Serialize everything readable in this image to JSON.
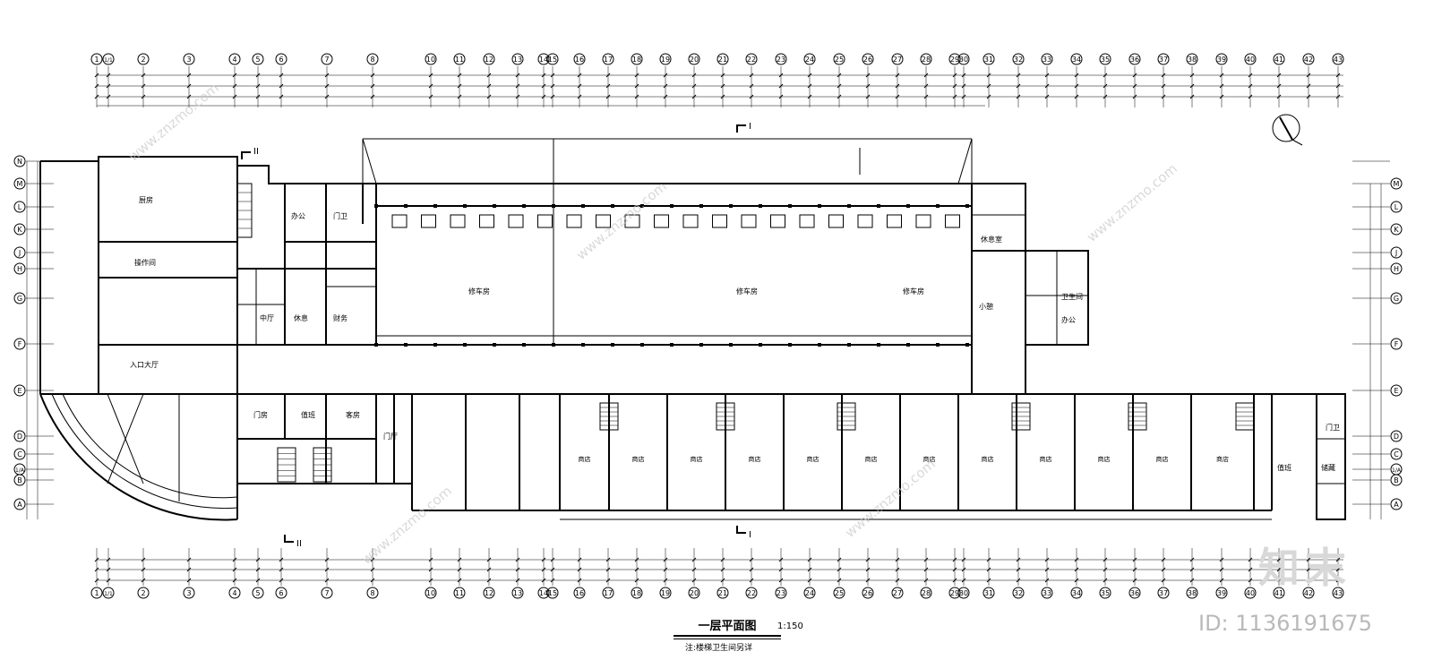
{
  "drawing": {
    "title": "一层平面图",
    "scale": "1:150",
    "subnote": "注:楼梯卫生间另详"
  },
  "watermark": {
    "logo": "知末",
    "id_label": "ID: 1136191675",
    "site": "www.znzmo.com"
  },
  "axes": {
    "columns": [
      "1",
      "1/1",
      "2",
      "3",
      "4",
      "5",
      "6",
      "7",
      "8",
      "10",
      "11",
      "12",
      "13",
      "14",
      "15",
      "16",
      "17",
      "18",
      "19",
      "20",
      "21",
      "22",
      "23",
      "24",
      "25",
      "26",
      "27",
      "28",
      "29",
      "30",
      "31",
      "32",
      "33",
      "34",
      "35",
      "36",
      "37",
      "38",
      "39",
      "40",
      "41",
      "42",
      "43"
    ],
    "rows": [
      "N",
      "M",
      "L",
      "K",
      "J",
      "H",
      "G",
      "F",
      "E",
      "D",
      "C",
      "1/A",
      "B",
      "A"
    ]
  },
  "section_marks": [
    "I",
    "II"
  ],
  "rooms": {
    "west_block": [
      "厨房",
      "操作间",
      "入口大厅",
      "门卫",
      "办公",
      "财务",
      "中厅",
      "休息",
      "门厅",
      "门房",
      "值班",
      "客房"
    ],
    "workshop": [
      "修车房",
      "修车房",
      "修车房"
    ],
    "shops": [
      "商店",
      "商店",
      "商店",
      "商店",
      "商店",
      "商店",
      "商店",
      "商店",
      "商店",
      "商店",
      "商店",
      "商店"
    ],
    "east_block": [
      "休息室",
      "卫生间",
      "小憩",
      "办公",
      "储藏",
      "值班",
      "门卫"
    ]
  },
  "colors": {
    "line": "#000000",
    "background": "#ffffff",
    "watermark": "#c9c9c9"
  }
}
